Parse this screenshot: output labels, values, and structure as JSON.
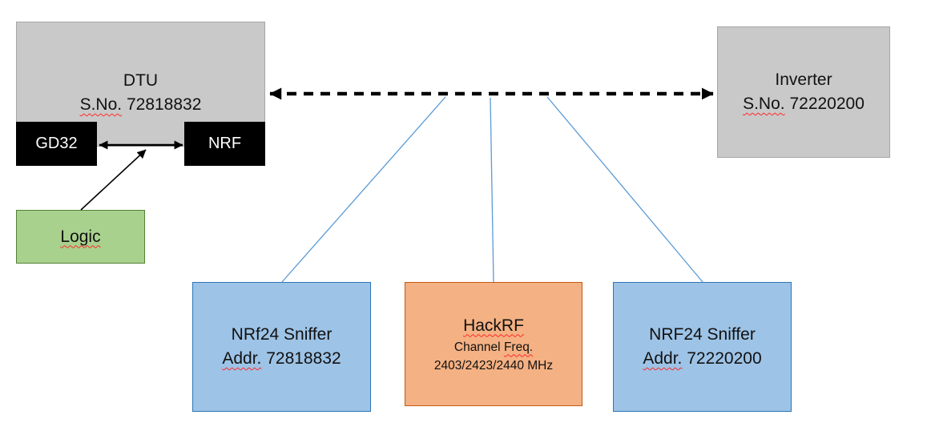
{
  "nodes": {
    "dtu": {
      "title": "DTU",
      "serial_label": "S.No.",
      "serial_value": "72818832"
    },
    "gd32": {
      "label": "GD32"
    },
    "nrf": {
      "label": "NRF"
    },
    "logic": {
      "label": "Logic"
    },
    "inverter": {
      "title": "Inverter",
      "serial_label": "S.No.",
      "serial_value": "72220200"
    },
    "sniffer_left": {
      "title": "NRf24 Sniffer",
      "addr_label": "Addr.",
      "addr_value": "72818832"
    },
    "hackrf": {
      "title": "HackRF",
      "channel_label": "Channel",
      "freq_label": "Freq.",
      "freq_value": "2403/2423/2440 MHz"
    },
    "sniffer_right": {
      "title": "NRF24 Sniffer",
      "addr_label": "Addr.",
      "addr_value": "72220200"
    }
  },
  "colors": {
    "text_color": "#111111",
    "gray_fill": "#c9c9c9",
    "gray_border": "#a6a6a6",
    "black_fill": "#000000",
    "green_fill": "#a9d18e",
    "green_border": "#538135",
    "blue_fill": "#9dc3e6",
    "blue_border": "#2e75b6",
    "orange_fill": "#f4b183",
    "orange_border": "#c55a11",
    "connector_blue": "#5b9bd5",
    "arrow_black": "#000000",
    "squiggle_red": "#ff2a2a"
  }
}
